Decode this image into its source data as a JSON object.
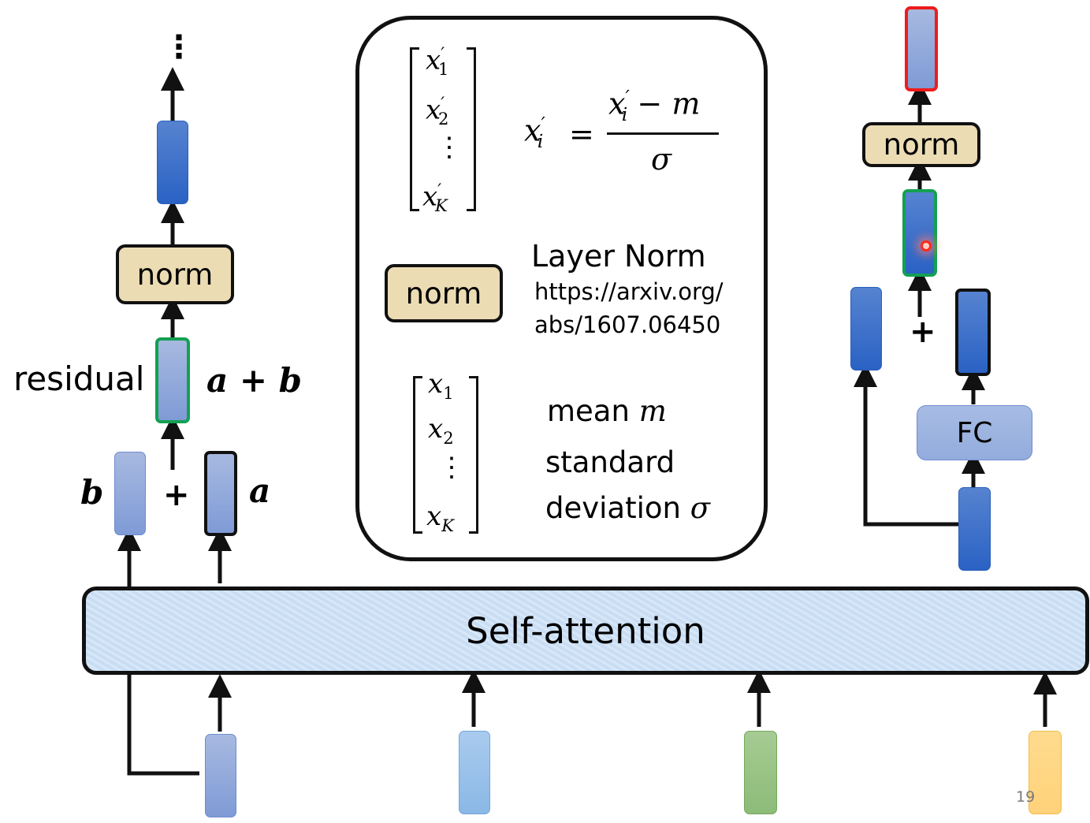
{
  "colors": {
    "norm_fill": "#ecdcb4",
    "residual_border": "#13a052",
    "output_border": "#ee1c1c",
    "self_attention_fill": "#cfe2f5",
    "cursor": "#ff2a1a"
  },
  "left_block": {
    "continuation": "⋮",
    "norm_label": "norm",
    "residual_label": "residual",
    "sum_label": "a + b",
    "b_label": "b",
    "a_label": "a",
    "plus": "+"
  },
  "layer_norm_box": {
    "output_vector": [
      "x′₁",
      "x′₂",
      "⋮",
      "x′_K"
    ],
    "formula": {
      "lhs": "x′ᵢ",
      "equals": "=",
      "numerator": "x′ᵢ − m",
      "denominator": "σ"
    },
    "norm_label": "norm",
    "title": "Layer Norm",
    "link_line1": "https://arxiv.org/",
    "link_line2": "abs/1607.06450",
    "input_vector": [
      "x₁",
      "x₂",
      "⋮",
      "x_K"
    ],
    "stat_mean": "mean",
    "stat_mean_symbol": "m",
    "stat_std_line1": "standard",
    "stat_std_line2": "deviation",
    "stat_std_symbol": "σ"
  },
  "right_block": {
    "norm_label": "norm",
    "plus": "+",
    "fc_label": "FC"
  },
  "self_attention": {
    "label": "Self-attention"
  },
  "inputs": [
    {
      "color": "mid-blue"
    },
    {
      "color": "light-blue"
    },
    {
      "color": "green"
    },
    {
      "color": "yellow"
    }
  ],
  "page_number": "19"
}
